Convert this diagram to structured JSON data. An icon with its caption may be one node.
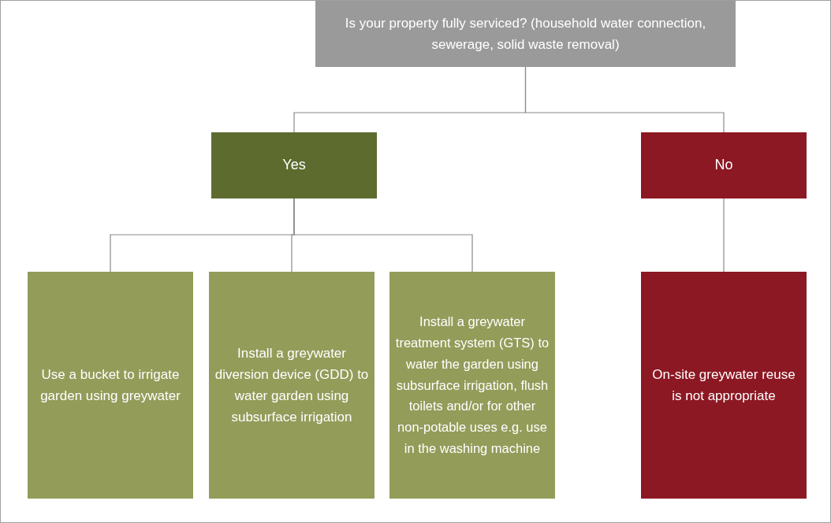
{
  "diagram": {
    "nodes": [
      {
        "text": [
          "Is your property fully serviced? (household water connection, sewerage, solid waste removal)"
        ]
      },
      {
        "text": [
          "Yes"
        ]
      },
      {
        "text": [
          "No"
        ]
      },
      {
        "text": [
          "Use a bucket to irrigate garden using greywater"
        ]
      },
      {
        "text": [
          "Install a greywater diversion device (GDD) to water garden using subsurface irrigation"
        ]
      },
      {
        "text": [
          "Install a greywater treatment system (GTS) to water the garden using subsurface irrigation, flush toilets and/or for other non-potable uses e.g. use in the washing machine"
        ]
      },
      {
        "text": [
          "On-site greywater reuse is not appropriate"
        ]
      }
    ],
    "edges": [
      {
        "from": 0,
        "to": 1,
        "arrow": "none"
      },
      {
        "from": 0,
        "to": 2,
        "arrow": "none"
      },
      {
        "from": 1,
        "to": 3,
        "arrow": "none"
      },
      {
        "from": 1,
        "to": 4,
        "arrow": "none"
      },
      {
        "from": 1,
        "to": 5,
        "arrow": "none"
      },
      {
        "from": 2,
        "to": 6,
        "arrow": "none"
      }
    ]
  }
}
